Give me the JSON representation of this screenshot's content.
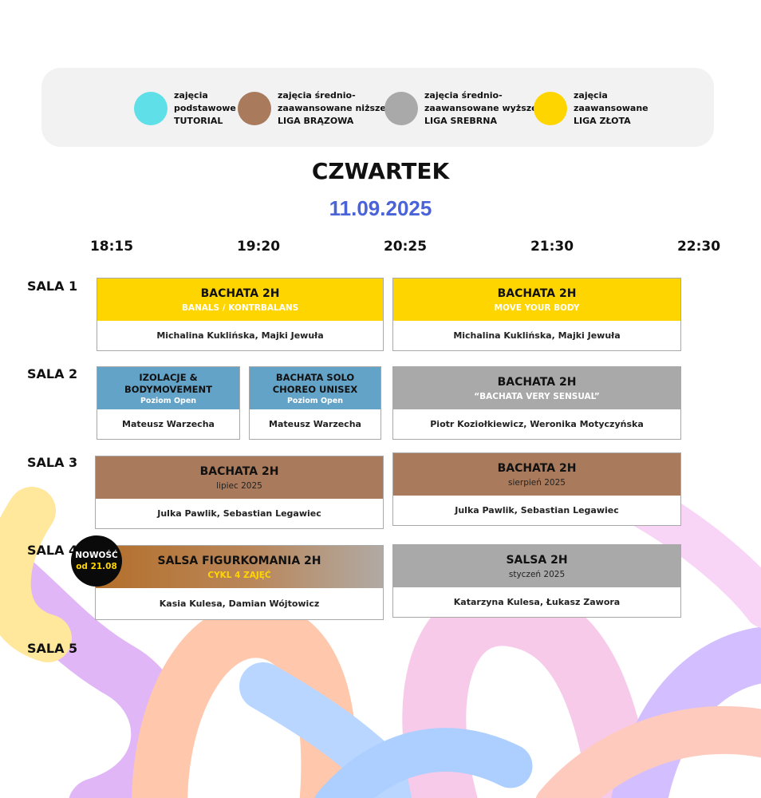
{
  "legend": [
    {
      "lines": [
        "zajęcia",
        "podstawowe",
        "TUTORIAL"
      ],
      "color": "#5fe0e8",
      "icon": "cyan-circle"
    },
    {
      "lines": [
        "zajęcia średnio-",
        "zaawansowane niższe",
        "LIGA BRĄZOWA"
      ],
      "color": "#a97a5b",
      "icon": "brown-circle"
    },
    {
      "lines": [
        "zajęcia średnio-",
        "zaawansowane  wyższe",
        "LIGA SREBRNA"
      ],
      "color": "#a9a9a9",
      "icon": "grey-circle"
    },
    {
      "lines": [
        "zajęcia",
        "zaawansowane",
        "LIGA ZŁOTA"
      ],
      "color": "#ffd500",
      "icon": "yellow-circle"
    }
  ],
  "day": "CZWARTEK",
  "date": "11.09.2025",
  "times": [
    "18:15",
    "19:20",
    "20:25",
    "21:30",
    "22:30"
  ],
  "rooms": [
    "SALA 1",
    "SALA 2",
    "SALA 3",
    "SALA 4",
    "SALA 5"
  ],
  "classes": {
    "s1a": {
      "title": "BACHATA 2H",
      "subtitle": "BANALS / KONTRBALANS",
      "instructors": "Michalina Kuklińska, Majki Jewuła"
    },
    "s1b": {
      "title": "BACHATA 2H",
      "subtitle": "MOVE YOUR BODY",
      "instructors": "Michalina Kuklińska, Majki Jewuła"
    },
    "s2a": {
      "title_lines": [
        "IZOLACJE &",
        "BODYMOVEMENT"
      ],
      "subtitle": "Poziom Open",
      "instructors": "Mateusz Warzecha"
    },
    "s2b": {
      "title_lines": [
        "BACHATA SOLO",
        "CHOREO UNISEX"
      ],
      "subtitle": "Poziom Open",
      "instructors": "Mateusz Warzecha"
    },
    "s2c": {
      "title": "BACHATA 2H",
      "subtitle": "“BACHATA VERY SENSUAL”",
      "instructors": "Piotr Koziołkiewicz, Weronika Motyczyńska"
    },
    "s3a": {
      "title": "BACHATA 2H",
      "subtitle": "lipiec 2025",
      "instructors": "Julka Pawlik, Sebastian Legawiec"
    },
    "s3b": {
      "title": "BACHATA 2H",
      "subtitle": "sierpień 2025",
      "instructors": "Julka Pawlik, Sebastian Legawiec"
    },
    "s4a": {
      "title": "SALSA FIGURKOMANIA 2H",
      "subtitle": "CYKL 4 ZAJĘĆ",
      "instructors": "Kasia Kulesa, Damian Wójtowicz"
    },
    "s4b": {
      "title": "SALSA 2H",
      "subtitle": "styczeń 2025",
      "instructors": "Katarzyna Kulesa, Łukasz Zawora"
    }
  },
  "badge": {
    "line1": "NOWOŚĆ",
    "line2": "od 21.08"
  }
}
